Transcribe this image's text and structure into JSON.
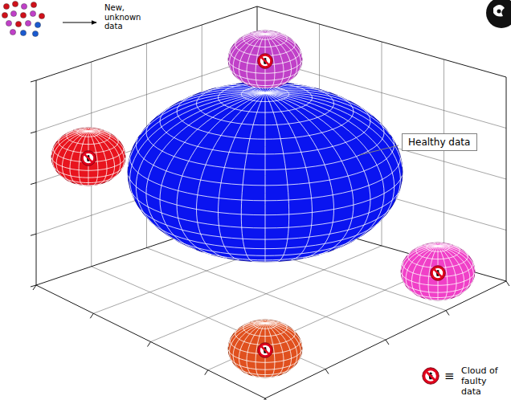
{
  "diagram": {
    "nodes": [
      {
        "text": [
          "Healthy data"
        ]
      }
    ],
    "labels": [
      "New, unknown data",
      "≡"
    ],
    "legend": [
      {
        "text": "Cloud of faulty data"
      }
    ]
  }
}
